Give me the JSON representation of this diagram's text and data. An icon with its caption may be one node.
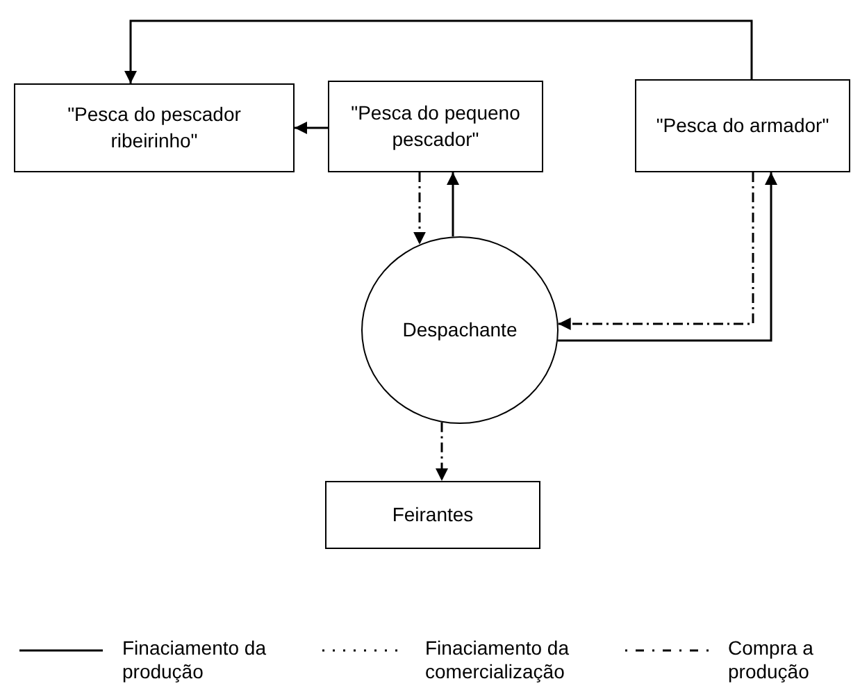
{
  "diagram": {
    "nodes": [
      {
        "text": [
          "\"Pesca do pescador ribeirinho\""
        ]
      },
      {
        "text": [
          "\"Pesca do pequeno pescador\""
        ]
      },
      {
        "text": [
          "\"Pesca do armador\""
        ]
      },
      {
        "text": [
          "Despachante"
        ]
      },
      {
        "text": [
          "Feirantes"
        ]
      }
    ],
    "edges": [
      {
        "from": 2,
        "to": 0,
        "arrow": "to"
      },
      {
        "from": 1,
        "to": 0,
        "arrow": "to"
      },
      {
        "from": 1,
        "to": 3,
        "arrow": "to",
        "style": "dashed"
      },
      {
        "from": 3,
        "to": 1,
        "arrow": "to"
      },
      {
        "from": 3,
        "to": 2,
        "arrow": "to"
      },
      {
        "from": 2,
        "to": 3,
        "arrow": "to",
        "style": "dashed"
      },
      {
        "from": 3,
        "to": 4,
        "arrow": "to",
        "style": "dashed"
      }
    ],
    "legend": [
      {
        "text": "Finaciamento da produção"
      },
      {
        "text": "Finaciamento da comercialização"
      },
      {
        "text": "Compra a produção"
      }
    ]
  }
}
